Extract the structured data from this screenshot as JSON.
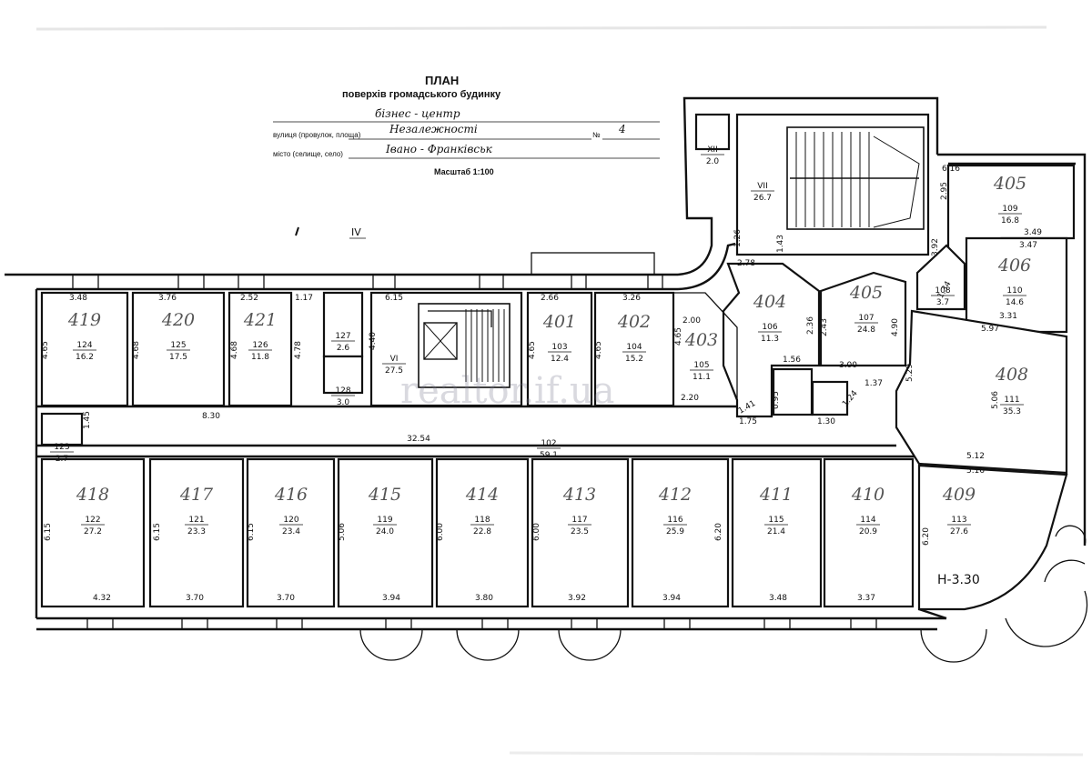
{
  "header": {
    "title": "ПЛАН",
    "subtitle": "поверхів громадського будинку",
    "purpose_value": "бізнес - центр",
    "street_label": "вулиця (провулок, площа)",
    "street_value": "Незалежності",
    "number_label": "№",
    "number_value": "4",
    "city_label": "місто (селище, село)",
    "city_value": "Івано - Франківськ",
    "scale": "Масштаб 1:100"
  },
  "watermark": "realtor.if.ua",
  "marks": {
    "axis_mark": "IV",
    "height_note": "H-3.30"
  },
  "rooms": [
    {
      "id": "419",
      "num": "124",
      "area": "16.2"
    },
    {
      "id": "420",
      "num": "125",
      "area": "17.5"
    },
    {
      "id": "421",
      "num": "126",
      "area": "11.8"
    },
    {
      "id": "",
      "num": "127",
      "area": "2.6"
    },
    {
      "id": "",
      "num": "128",
      "area": "3.0"
    },
    {
      "id": "",
      "num": "VI",
      "area": "27.5"
    },
    {
      "id": "401",
      "num": "103",
      "area": "12.4"
    },
    {
      "id": "402",
      "num": "104",
      "area": "15.2"
    },
    {
      "id": "403",
      "num": "105",
      "area": "11.1"
    },
    {
      "id": "404",
      "num": "106",
      "area": "11.3"
    },
    {
      "id": "405",
      "num": "107",
      "area": "24.8"
    },
    {
      "id": "",
      "num": "VII",
      "area": "26.7"
    },
    {
      "id": "",
      "num": "XII",
      "area": "2.0"
    },
    {
      "id": "405",
      "num": "109",
      "area": "16.8"
    },
    {
      "id": "",
      "num": "108",
      "area": "3.7"
    },
    {
      "id": "406",
      "num": "110",
      "area": "14.6"
    },
    {
      "id": "408",
      "num": "111",
      "area": "35.3"
    },
    {
      "id": "",
      "num": "123",
      "area": "2.7"
    },
    {
      "id": "",
      "num": "102",
      "area": "59.1"
    },
    {
      "id": "418",
      "num": "122",
      "area": "27.2"
    },
    {
      "id": "417",
      "num": "121",
      "area": "23.3"
    },
    {
      "id": "416",
      "num": "120",
      "area": "23.4"
    },
    {
      "id": "415",
      "num": "119",
      "area": "24.0"
    },
    {
      "id": "414",
      "num": "118",
      "area": "22.8"
    },
    {
      "id": "413",
      "num": "117",
      "area": "23.5"
    },
    {
      "id": "412",
      "num": "116",
      "area": "25.9"
    },
    {
      "id": "411",
      "num": "115",
      "area": "21.4"
    },
    {
      "id": "410",
      "num": "114",
      "area": "20.9"
    },
    {
      "id": "409",
      "num": "113",
      "area": "27.6"
    }
  ],
  "dimensions": [
    "3.48",
    "3.76",
    "2.52",
    "1.17",
    "6.15",
    "4.65",
    "4.68",
    "4.68",
    "4.78",
    "4.40",
    "2.66",
    "3.26",
    "4.65",
    "4.65",
    "4.65",
    "2.00",
    "2.78",
    "2.36",
    "2.43",
    "1.26",
    "1.43",
    "8.30",
    "1.45",
    "32.54",
    "2.20",
    "1.41",
    "1.75",
    "0.95",
    "1.56",
    "1.24",
    "1.30",
    "3.00",
    "1.37",
    "4.90",
    "5.29",
    "5.06",
    "6.16",
    "3.49",
    "3.47",
    "3.92",
    "1.34",
    "3.31",
    "5.97",
    "5.12",
    "5.16",
    "6.20",
    "2.95",
    "6.15",
    "6.15",
    "6.15",
    "5.06",
    "6.00",
    "6.00",
    "6.20",
    "4.32",
    "3.70",
    "3.70",
    "3.94",
    "3.80",
    "3.92",
    "3.94",
    "3.48",
    "3.37"
  ]
}
